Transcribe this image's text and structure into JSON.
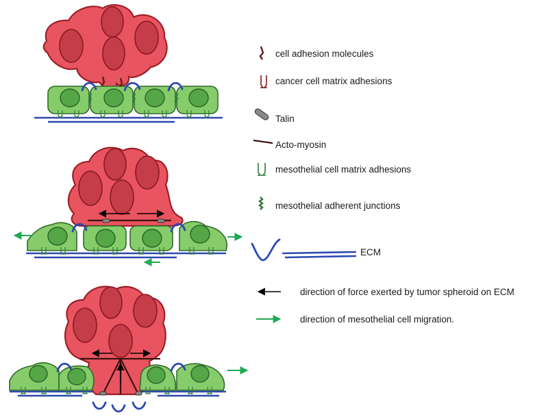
{
  "legend": {
    "cell_adhesion_molecules": "cell adhesion molecules",
    "cancer_cell_matrix_adhesions": "cancer cell matrix adhesions",
    "talin": "Talin",
    "acto_myosin": "Acto-myosin",
    "mesothelial_cell_matrix_adhesions": "mesothelial cell matrix adhesions",
    "mesothelial_adherent_junctions": "mesothelial adherent junctions",
    "ecm": "ECM",
    "force_direction": "direction of force exerted by tumor spheroid on ECM",
    "migration_direction": "direction of mesothelial cell migration."
  },
  "colors": {
    "cancer_cell": "#e8545f",
    "mesothelial_cell": "#86cc6a",
    "ecm": "#2c49b0",
    "force_arrow": "#000000",
    "migration_arrow": "#1eaa55"
  }
}
